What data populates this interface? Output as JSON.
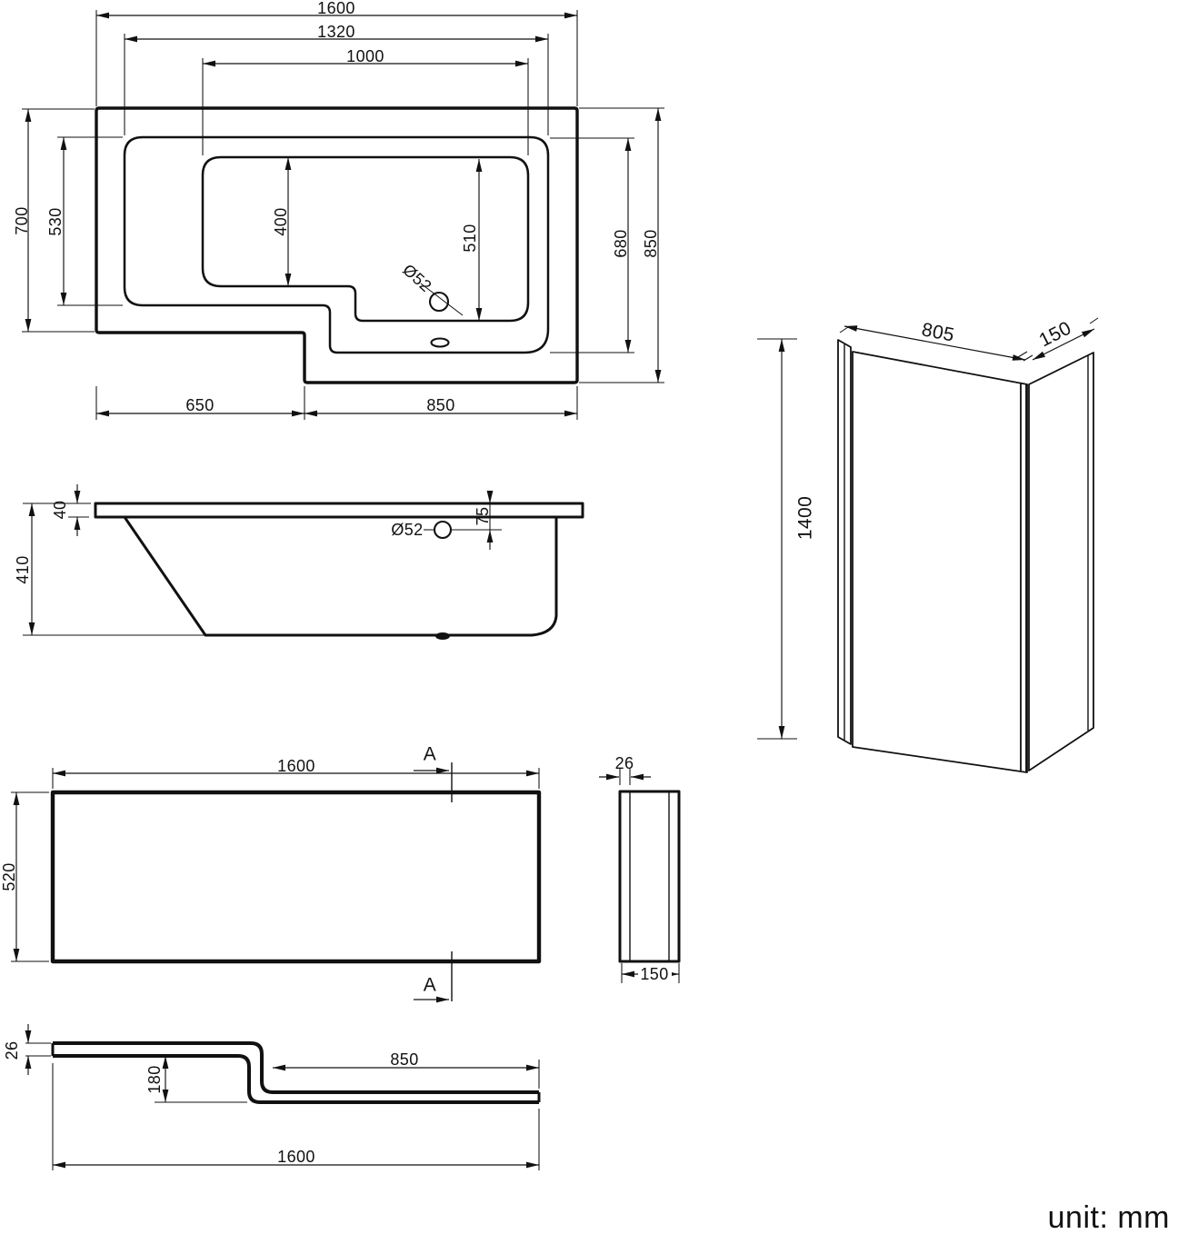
{
  "unit_label": "unit: mm",
  "plan": {
    "overall_width": "1600",
    "rim_width": "1320",
    "basin_width": "1000",
    "left_height": "700",
    "rim_left_height": "530",
    "basin_left_depth": "400",
    "basin_right_depth": "510",
    "drain_diameter": "Ø52",
    "rim_right_height": "680",
    "right_height": "850",
    "bottom_left_width": "650",
    "bottom_right_width": "850"
  },
  "side": {
    "rim_thickness": "40",
    "body_height": "410",
    "overflow_diameter": "Ø52",
    "overflow_offset": "75"
  },
  "screen": {
    "width": "805",
    "return_depth": "150",
    "height": "1400"
  },
  "front_panel": {
    "width": "1600",
    "height": "520",
    "section_label": "A"
  },
  "end_panel": {
    "thickness": "26",
    "width": "150"
  },
  "section": {
    "thickness": "26",
    "step_height": "180",
    "lower_width": "850",
    "overall_width": "1600"
  }
}
